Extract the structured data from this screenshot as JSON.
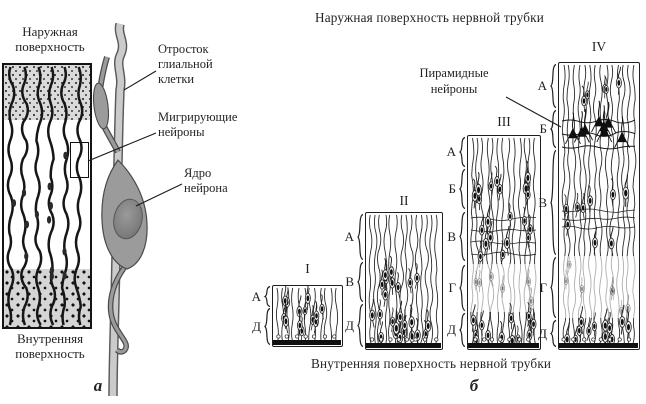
{
  "colors": {
    "ink": "#222222",
    "fiber": "#1c1c1c",
    "glia_process": "#c9c9c9",
    "glia_body": "#9b9b9b",
    "neuron_nucleus": "#7d7d7d",
    "stipple_band": "#dadada"
  },
  "panel_a": {
    "caption": "а",
    "outer_label_lines": [
      "Наружная",
      "поверхность"
    ],
    "inner_label_lines": [
      "Внутренняя",
      "поверхность"
    ],
    "labels": {
      "glial_process_lines": [
        "Отросток",
        "глиальной",
        "клетки"
      ],
      "migrating_lines": [
        "Мигрирующие",
        "нейроны"
      ],
      "nucleus_lines": [
        "Ядро",
        "нейрона"
      ]
    }
  },
  "panel_b": {
    "caption": "б",
    "top_label": "Наружная поверхность нервной трубки",
    "bottom_label": "Внутренняя поверхность нервной трубки",
    "pyramidal_lines": [
      "Пирамидные",
      "нейроны"
    ],
    "columns": [
      {
        "numeral": "I",
        "zones": [
          "А",
          "Д"
        ]
      },
      {
        "numeral": "II",
        "zones": [
          "А",
          "В",
          "Д"
        ]
      },
      {
        "numeral": "III",
        "zones": [
          "А",
          "Б",
          "В",
          "Г",
          "Д"
        ]
      },
      {
        "numeral": "IV",
        "zones": [
          "А",
          "Б",
          "В",
          "Г",
          "Д"
        ]
      }
    ]
  }
}
